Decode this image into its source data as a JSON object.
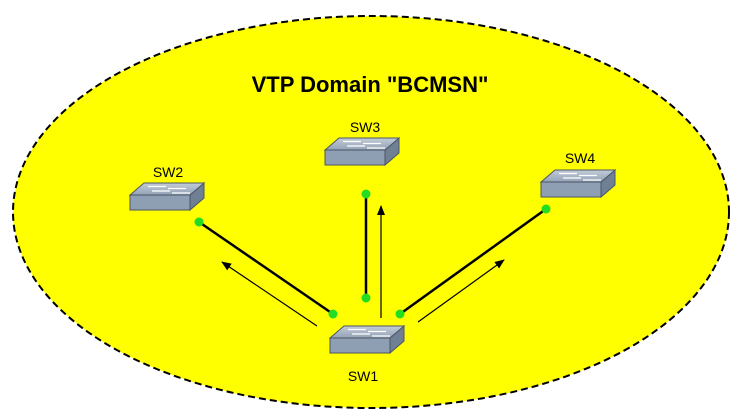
{
  "diagram": {
    "title": "VTP Domain \"BCMSN\"",
    "domain_fill": "#ffff00",
    "link_color": "#000000",
    "port_color": "#22dd22",
    "switch_color": "#8f9fb3",
    "switches": [
      {
        "id": "sw1",
        "label": "SW1"
      },
      {
        "id": "sw2",
        "label": "SW2"
      },
      {
        "id": "sw3",
        "label": "SW3"
      },
      {
        "id": "sw4",
        "label": "SW4"
      }
    ],
    "links": [
      {
        "from": "SW1",
        "to": "SW2"
      },
      {
        "from": "SW1",
        "to": "SW3"
      },
      {
        "from": "SW1",
        "to": "SW4"
      }
    ],
    "arrows": [
      {
        "from": "SW1",
        "to": "SW2"
      },
      {
        "from": "SW1",
        "to": "SW3"
      },
      {
        "from": "SW1",
        "to": "SW4"
      }
    ]
  }
}
